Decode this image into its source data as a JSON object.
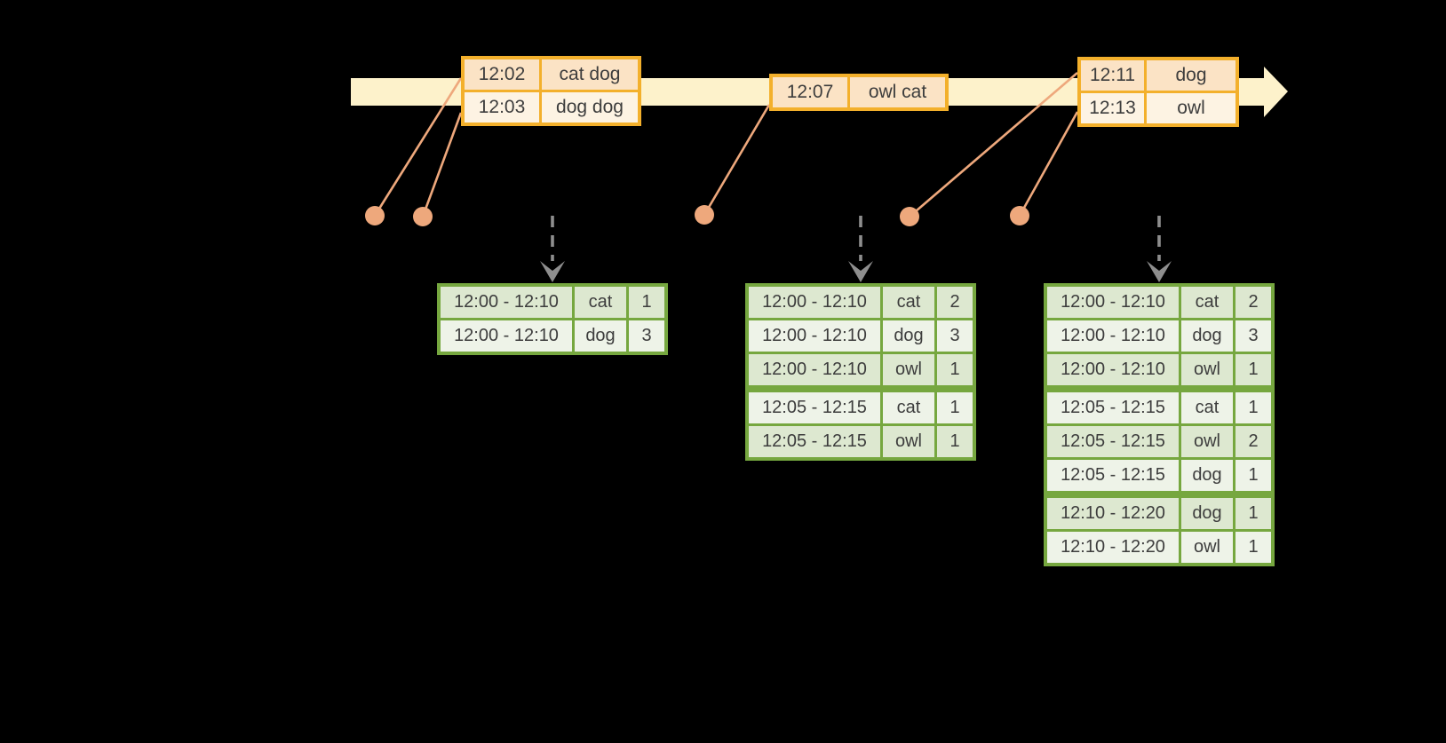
{
  "colors": {
    "background": "#000000",
    "timeline_band": "#fdf2cb",
    "event_border": "#f3b02c",
    "event_row_peach": "#fbe3c5",
    "event_row_cream": "#fdf3e3",
    "connector": "#eea87c",
    "arrow_gray": "#8e8e8e",
    "result_border": "#76a73f",
    "result_row_dark": "#dde8d0",
    "result_row_light": "#eef3e8",
    "text": "#3d3d3d"
  },
  "event_tables": [
    {
      "rows": [
        [
          "12:02",
          "cat dog"
        ],
        [
          "12:03",
          "dog dog"
        ]
      ]
    },
    {
      "rows": [
        [
          "12:07",
          "owl cat"
        ]
      ]
    },
    {
      "rows": [
        [
          "12:11",
          "dog"
        ],
        [
          "12:13",
          "owl"
        ]
      ]
    }
  ],
  "result_tables": [
    {
      "rows": [
        [
          "12:00 - 12:10",
          "cat",
          "1"
        ],
        [
          "12:00 - 12:10",
          "dog",
          "3"
        ]
      ],
      "group_starts": []
    },
    {
      "rows": [
        [
          "12:00 - 12:10",
          "cat",
          "2"
        ],
        [
          "12:00 - 12:10",
          "dog",
          "3"
        ],
        [
          "12:00 - 12:10",
          "owl",
          "1"
        ],
        [
          "12:05 - 12:15",
          "cat",
          "1"
        ],
        [
          "12:05 - 12:15",
          "owl",
          "1"
        ]
      ],
      "group_starts": [
        3
      ]
    },
    {
      "rows": [
        [
          "12:00 - 12:10",
          "cat",
          "2"
        ],
        [
          "12:00 - 12:10",
          "dog",
          "3"
        ],
        [
          "12:00 - 12:10",
          "owl",
          "1"
        ],
        [
          "12:05 - 12:15",
          "cat",
          "1"
        ],
        [
          "12:05 - 12:15",
          "owl",
          "2"
        ],
        [
          "12:05 - 12:15",
          "dog",
          "1"
        ],
        [
          "12:10 - 12:20",
          "dog",
          "1"
        ],
        [
          "12:10 - 12:20",
          "owl",
          "1"
        ]
      ],
      "group_starts": [
        3,
        6
      ]
    }
  ]
}
